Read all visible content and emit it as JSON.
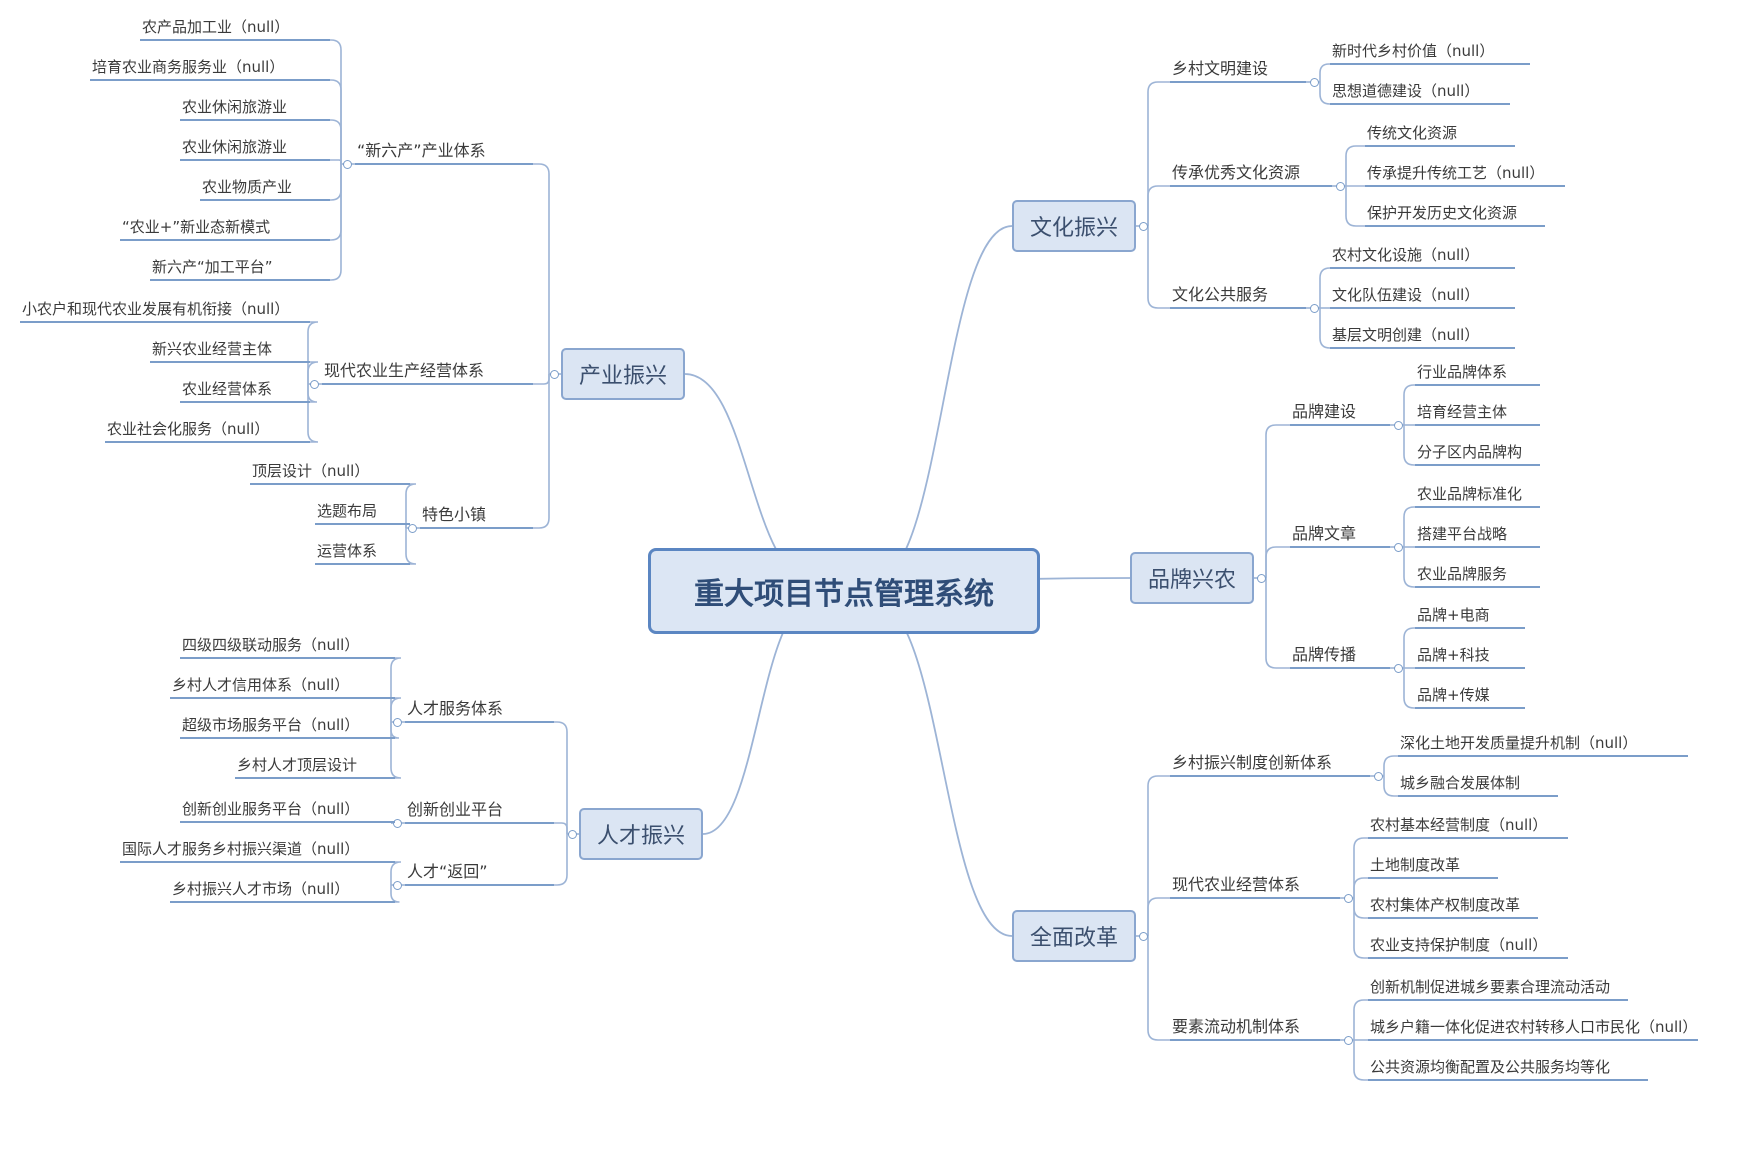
{
  "root": "重大项目节点管理系统",
  "left": [
    {
      "label": "产业振兴",
      "children": [
        {
          "label": "“新六产”产业体系",
          "children": [
            "农产品加工业（null）",
            "培育农业商务服务业（null）",
            "农业休闲旅游业",
            "农业休闲旅游业",
            "农业物质产业",
            "“农业+”新业态新模式",
            "新六产“加工平台”"
          ]
        },
        {
          "label": "现代农业生产经营体系",
          "children": [
            "小农户和现代农业发展有机衔接（null）",
            "新兴农业经营主体",
            "农业经营体系",
            "农业社会化服务（null）"
          ]
        },
        {
          "label": "特色小镇",
          "children": [
            "顶层设计（null）",
            "选题布局",
            "运营体系"
          ]
        }
      ]
    },
    {
      "label": "人才振兴",
      "children": [
        {
          "label": "人才服务体系",
          "children": [
            "四级四级联动服务（null）",
            "乡村人才信用体系（null）",
            "超级市场服务平台（null）",
            "乡村人才顶层设计"
          ]
        },
        {
          "label": "创新创业平台",
          "children": [
            "创新创业服务平台（null）"
          ]
        },
        {
          "label": "人才“返回”",
          "children": [
            "国际人才服务乡村振兴渠道（null）",
            "乡村振兴人才市场（null）"
          ]
        }
      ]
    }
  ],
  "right": [
    {
      "label": "文化振兴",
      "children": [
        {
          "label": "乡村文明建设",
          "children": [
            "新时代乡村价值（null）",
            "思想道德建设（null）"
          ]
        },
        {
          "label": "传承优秀文化资源",
          "children": [
            "传统文化资源",
            "传承提升传统工艺（null）",
            "保护开发历史文化资源"
          ]
        },
        {
          "label": "文化公共服务",
          "children": [
            "农村文化设施（null）",
            "文化队伍建设（null）",
            "基层文明创建（null）"
          ]
        }
      ]
    },
    {
      "label": "品牌兴农",
      "children": [
        {
          "label": "品牌建设",
          "children": [
            "行业品牌体系",
            "培育经营主体",
            "分子区内品牌构"
          ]
        },
        {
          "label": "品牌文章",
          "children": [
            "农业品牌标准化",
            "搭建平台战略",
            "农业品牌服务"
          ]
        },
        {
          "label": "品牌传播",
          "children": [
            "品牌+电商",
            "品牌+科技",
            "品牌+传媒"
          ]
        }
      ]
    },
    {
      "label": "全面改革",
      "children": [
        {
          "label": "乡村振兴制度创新体系",
          "children": [
            "深化土地开发质量提升机制（null）",
            "城乡融合发展体制"
          ]
        },
        {
          "label": "现代农业经营体系",
          "children": [
            "农村基本经营制度（null）",
            "土地制度改革",
            "农村集体产权制度改革",
            "农业支持保护制度（null）"
          ]
        },
        {
          "label": "要素流动机制体系",
          "children": [
            "创新机制促进城乡要素合理流动活动",
            "城乡户籍一体化促进农村转移人口市民化（null）",
            "公共资源均衡配置及公共服务均等化"
          ]
        }
      ]
    }
  ]
}
